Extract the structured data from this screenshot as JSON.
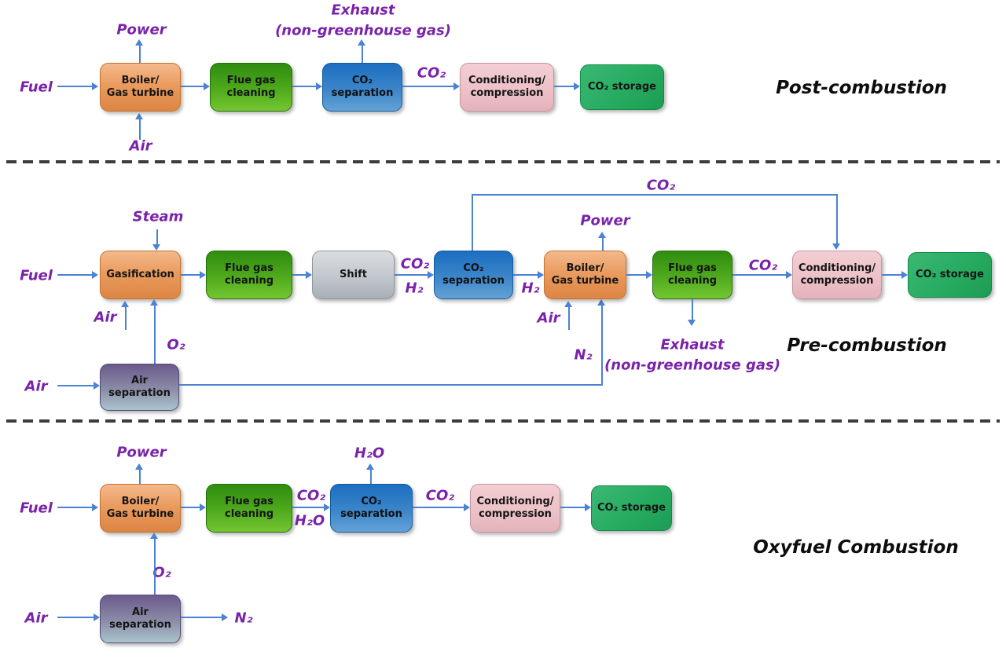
{
  "titles": {
    "post": "Post-combustion",
    "pre": "Pre-combustion",
    "oxy": "Oxyfuel Combustion"
  },
  "boxes": {
    "boiler_l1": "Boiler/",
    "boiler_l2": "Gas turbine",
    "flue_l1": "Flue gas",
    "flue_l2": "cleaning",
    "co2sep_l1": "CO₂",
    "co2sep_l2": "separation",
    "cond_l1": "Conditioning/",
    "cond_l2": "compression",
    "storage": "CO₂ storage",
    "gasification": "Gasification",
    "shift": "Shift",
    "airsep_l1": "Air",
    "airsep_l2": "separation"
  },
  "labels": {
    "fuel": "Fuel",
    "air": "Air",
    "power": "Power",
    "steam": "Steam",
    "exhaust_l1": "Exhaust",
    "exhaust_l2": "(non-greenhouse gas)",
    "co2": "CO₂",
    "h2": "H₂",
    "o2": "O₂",
    "n2": "N₂",
    "h2o": "H₂O"
  },
  "colors": {
    "arrow_blue": "#4b82d4",
    "flow_label_purple": "#7a22aa",
    "title_black": "#0d0d0d",
    "box_orange": "#e99a5d",
    "box_flue_green": "#4faa1d",
    "box_co2sep_blue": "#3c85c9",
    "box_conditioning_pink": "#ecc0c7",
    "box_storage_green": "#27ab61",
    "box_airsep_purple": "#6c5a8d",
    "box_shift_gray": "#c2c7cd",
    "divider_gray": "#3c3c3c"
  }
}
